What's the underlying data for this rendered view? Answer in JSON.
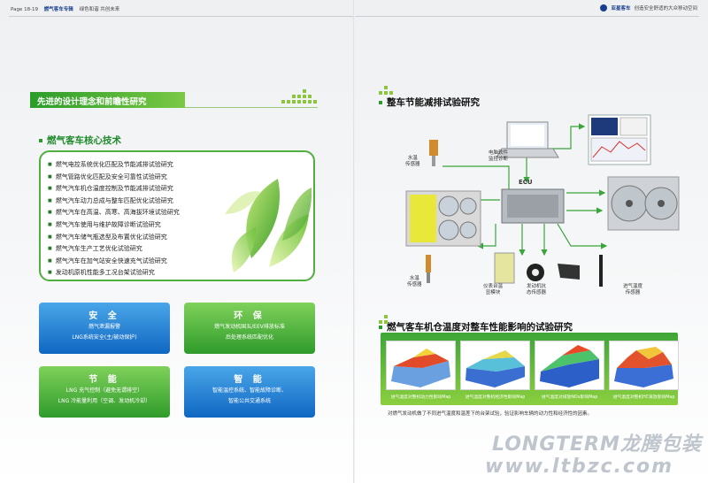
{
  "header": {
    "page": "Page 18-19",
    "section": "燃气客车专辑",
    "slogan": "绿色和谐 共创未来",
    "brand": "亚星客车",
    "motto": "创造安全舒适的大众移动空间"
  },
  "left": {
    "banner": "先进的设计理念和前瞻性研究",
    "core_title": "燃气客车核心技术",
    "items": [
      "燃气电控系统优化匹配及节能减排试验研究",
      "燃气管路优化匹配及安全可靠性试验研究",
      "燃气汽车机仓温度控制及节能减排试验研究",
      "燃气汽车动力总成与整车匹配优化试验研究",
      "燃气汽车在高温、高寒、高海拔环境试验研究",
      "燃气汽车使用与维护故障诊断试验研究",
      "燃气汽车储气瓶选型及布置优化试验研究",
      "燃气汽车生产工艺优化试验研究",
      "燃气汽车在加气站安全快速充气试验研究",
      "发动机原机性能多工况台架试验研究"
    ],
    "cards": [
      {
        "title": "安 全",
        "lines": [
          "燃气泄漏报警",
          "LNG系统安全(主/被动保护)"
        ]
      },
      {
        "title": "环 保",
        "lines": [
          "燃气发动机国五/EEV排放标准",
          "后处理系统匹配优化"
        ]
      },
      {
        "title": "节 能",
        "lines": [
          "LNG 充气控制（避免无谓排空）",
          "LNG 冷能量利用（空调、发动机冷却）"
        ]
      },
      {
        "title": "智 能",
        "lines": [
          "智能温控系统、智能故障诊断、",
          "智能公共交通系统"
        ]
      }
    ]
  },
  "right": {
    "title1": "整车节能减排试验研究",
    "labels": {
      "water_temp_top": [
        "水温",
        "传感器"
      ],
      "pc": [
        "电脑软件",
        "监控诊断"
      ],
      "ecu": "ECU",
      "water_temp_bottom": [
        "水温",
        "传感器"
      ],
      "dash": [
        "仪表台温",
        "显模块"
      ],
      "crank": [
        "发动机抗",
        "态传感器"
      ],
      "intake": [
        "进气温度",
        "传感器"
      ]
    },
    "title2": "燃气客车机仓温度对整车性能影响的试验研究",
    "charts": [
      {
        "caption": "进气温度对整机动力性影响Map"
      },
      {
        "caption": "进气温度对整机经济性影响Map"
      },
      {
        "caption": "进气温度对排放NOx影响Map"
      },
      {
        "caption": "进气温度对整机HC排放影响Map"
      }
    ],
    "caption": "对燃气发动机做了不同进气温度和温差下的台架试验，验证影响车辆的动力性和经济性的因素。"
  },
  "watermark": {
    "line1": "LONGTERM龙腾包装",
    "line2": "www.ltbzc.com"
  },
  "colors": {
    "green": "#2b9c2a",
    "blue": "#0f67c2",
    "brand_blue": "#1a3f8f"
  }
}
